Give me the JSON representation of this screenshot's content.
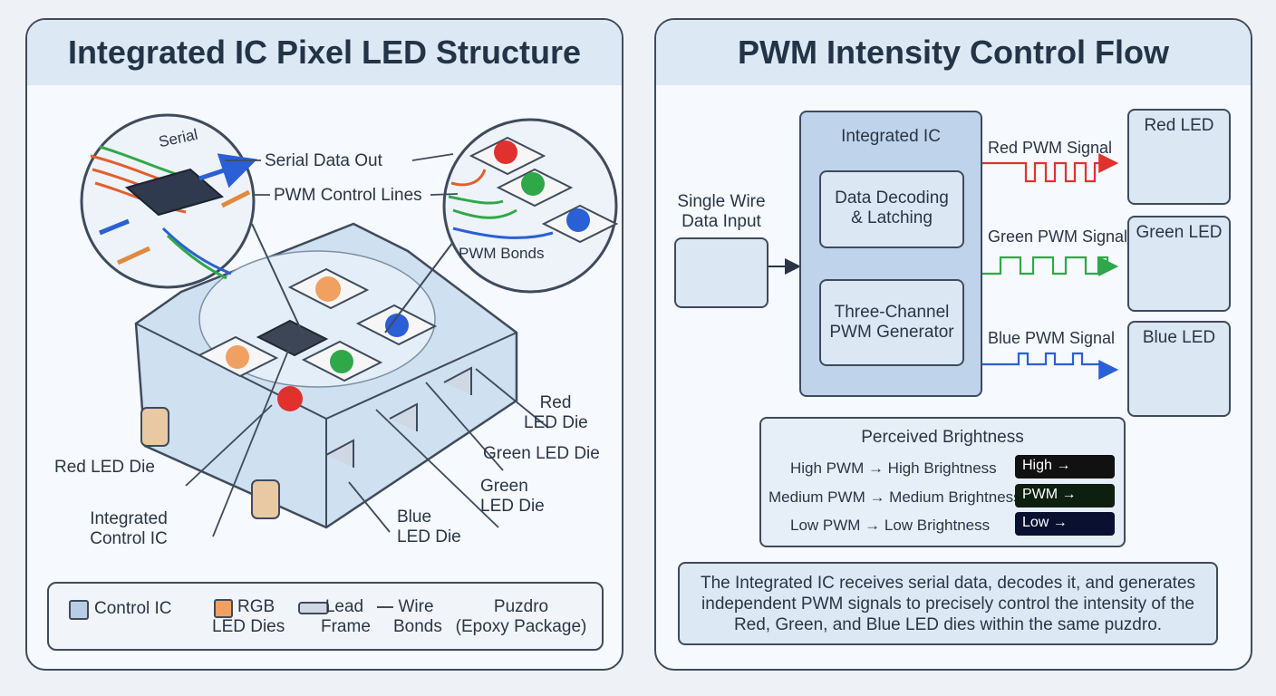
{
  "left_panel": {
    "title": "Integrated IC Pixel LED Structure",
    "zoom_labels": {
      "serial": "Serial",
      "serial_data_out": "Serial Data Out",
      "pwm_control_lines": "PWM Control Lines",
      "pwm_bonds": "PWM Bonds"
    },
    "callouts": {
      "red_led_die_right_1": "Red",
      "red_led_die_right_2": "LED Die",
      "green_led_die_1": "Green LED Die",
      "green_led_die_2a": "Green",
      "green_led_die_2b": "LED Die",
      "red_led_die_left": "Red LED Die",
      "integrated_control_ic_1": "Integrated",
      "integrated_control_ic_2": "Control IC",
      "blue_led_die_1": "Blue",
      "blue_led_die_2": "LED Die"
    },
    "legend": {
      "control_ic": "Control IC",
      "rgb_1": "RGB",
      "rgb_2": "LED Dies",
      "lead_1": "Lead",
      "lead_2": "Frame",
      "wire_1": "Wire",
      "wire_2": "Bonds",
      "puzdro_1": "Puzdro",
      "puzdro_2": "(Epoxy Package)"
    }
  },
  "right_panel": {
    "title": "PWM Intensity Control Flow",
    "input_label_1": "Single Wire",
    "input_label_2": "Data Input",
    "ic_title": "Integrated IC",
    "decode_1": "Data Decoding",
    "decode_2": "& Latching",
    "pwm_gen_1": "Three-Channel",
    "pwm_gen_2": "PWM Generator",
    "signals": {
      "red": "Red PWM Signal",
      "green": "Green PWM Signal",
      "blue": "Blue PWM Signal"
    },
    "leds": {
      "red": "Red LED",
      "green": "Green LED",
      "blue": "Blue LED"
    },
    "brightness": {
      "title": "Perceived Brightness",
      "rows": [
        {
          "text": "High PWM → High Brightness",
          "badge": "High →"
        },
        {
          "text": "Medium PWM → Medium Brightness",
          "badge": "PWM →"
        },
        {
          "text": "Low PWM → Low Brightness",
          "badge": "Low →"
        }
      ]
    },
    "description": "The Integrated IC receives serial data, decodes it, and generates independent PWM signals to precisely control the intensity of the Red, Green, and Blue LED dies within the same puzdro."
  },
  "colors": {
    "red": "#e0312f",
    "green": "#2fa84a",
    "blue": "#2a5fd6",
    "orange": "#f0a060",
    "outline": "#3f4b5c",
    "panel_header": "#dce8f4"
  }
}
